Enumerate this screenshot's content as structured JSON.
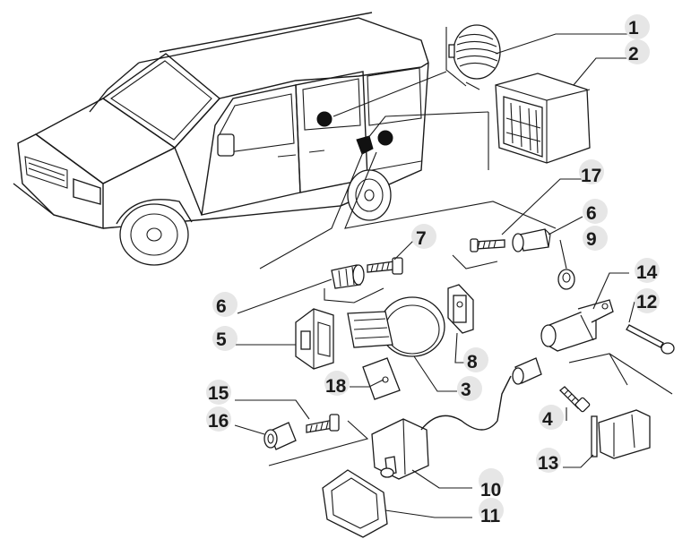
{
  "diagram": {
    "callouts": [
      {
        "id": "c1",
        "label": "1"
      },
      {
        "id": "c2",
        "label": "2"
      },
      {
        "id": "c17",
        "label": "17"
      },
      {
        "id": "c6a",
        "label": "6"
      },
      {
        "id": "c7",
        "label": "7"
      },
      {
        "id": "c9",
        "label": "9"
      },
      {
        "id": "c14",
        "label": "14"
      },
      {
        "id": "c12",
        "label": "12"
      },
      {
        "id": "c6b",
        "label": "6"
      },
      {
        "id": "c5",
        "label": "5"
      },
      {
        "id": "c8",
        "label": "8"
      },
      {
        "id": "c18",
        "label": "18"
      },
      {
        "id": "c3",
        "label": "3"
      },
      {
        "id": "c4",
        "label": "4"
      },
      {
        "id": "c15",
        "label": "15"
      },
      {
        "id": "c16",
        "label": "16"
      },
      {
        "id": "c13",
        "label": "13"
      },
      {
        "id": "c10",
        "label": "10"
      },
      {
        "id": "c11",
        "label": "11"
      }
    ],
    "colors": {
      "ink": "#1a1a1a",
      "badge": "#e6e6e6",
      "background": "#ffffff"
    }
  }
}
